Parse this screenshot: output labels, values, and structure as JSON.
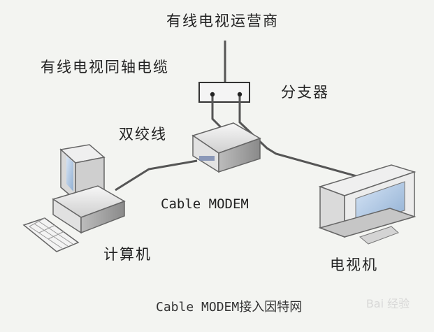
{
  "labels": {
    "operator": "有线电视运营商",
    "coax_cable": "有线电视同轴电缆",
    "splitter": "分支器",
    "twisted_pair": "双绞线",
    "cable_modem": "Cable MODEM",
    "computer": "计算机",
    "television": "电视机"
  },
  "caption": "Cable MODEM接入因特网",
  "colors": {
    "line": "#555555",
    "device_body": "#e9e9e9",
    "device_shadow": "#9c9c9c",
    "screen": "#a7c1df",
    "text": "#222222"
  }
}
